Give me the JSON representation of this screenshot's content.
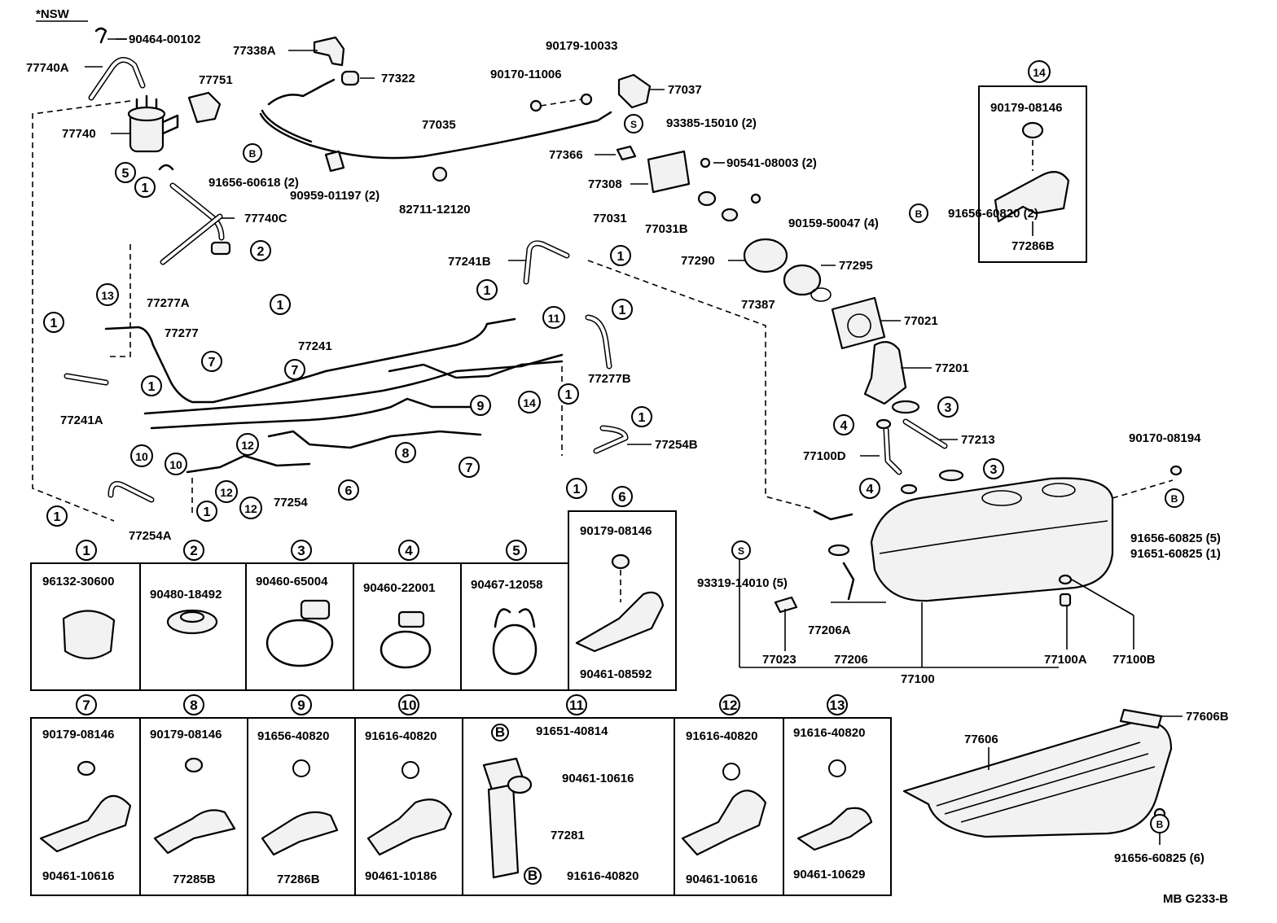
{
  "diagram": {
    "header": "*NSW",
    "footer": "MB G233-B",
    "circle_markers": [
      "1",
      "2",
      "3",
      "4",
      "5",
      "6",
      "7",
      "8",
      "9",
      "10",
      "11",
      "12",
      "13",
      "14",
      "B",
      "S"
    ],
    "labels": {
      "p90464_00102": "90464-00102",
      "p77740A": "77740A",
      "p77338A": "77338A",
      "p77322": "77322",
      "p77751": "77751",
      "p77740": "77740",
      "p90179_10033": "90179-10033",
      "p90170_11006": "90170-11006",
      "p77037": "77037",
      "p77035": "77035",
      "p93385_15010": "93385-15010 (2)",
      "p77366": "77366",
      "p77308": "77308",
      "p90541_08003": "90541-08003 (2)",
      "p91656_60618": "91656-60618 (2)",
      "p90959_01197": "90959-01197 (2)",
      "p82711_12120": "82711-12120",
      "p77740C": "77740C",
      "p77031": "77031",
      "p77031B": "77031B",
      "p90159_50047": "90159-50047 (4)",
      "p77241B": "77241B",
      "p77290": "77290",
      "p77295": "77295",
      "p77277A": "77277A",
      "p77387": "77387",
      "p91656_60820": "91656-60820 (2)",
      "p77277": "77277",
      "p77241": "77241",
      "p77021": "77021",
      "p77277B": "77277B",
      "p77201": "77201",
      "p77241A": "77241A",
      "p77213": "77213",
      "p77100D": "77100D",
      "p77254B": "77254B",
      "p90170_08194": "90170-08194",
      "p77254": "77254",
      "p77254A": "77254A",
      "p91656_60825_5": "91656-60825 (5)",
      "p91651_60825_1": "91651-60825 (1)",
      "p93319_14010": "93319-14010 (5)",
      "p77206A": "77206A",
      "p77023": "77023",
      "p77206": "77206",
      "p77100A": "77100A",
      "p77100B": "77100B",
      "p77100": "77100",
      "p77286B_top": "77286B",
      "p90179_08146_top": "90179-08146",
      "p77606B": "77606B",
      "p77606": "77606",
      "p91656_60825_6": "91656-60825 (6)"
    },
    "box_row1": [
      {
        "num": "1",
        "part": "96132-30600"
      },
      {
        "num": "2",
        "part": "90480-18492"
      },
      {
        "num": "3",
        "part": "90460-65004"
      },
      {
        "num": "4",
        "part": "90460-22001"
      },
      {
        "num": "5",
        "part": "90467-12058"
      },
      {
        "num": "6",
        "part": "90179-08146",
        "part2": "90461-08592"
      }
    ],
    "box_row2": [
      {
        "num": "7",
        "part": "90179-08146",
        "part2": "90461-10616"
      },
      {
        "num": "8",
        "part": "90179-08146",
        "part2": "77285B"
      },
      {
        "num": "9",
        "part": "91656-40820",
        "part2": "77286B"
      },
      {
        "num": "10",
        "part": "91616-40820",
        "part2": "90461-10186"
      },
      {
        "num": "11",
        "part": "91651-40814",
        "part2": "90461-10616",
        "part3": "77281",
        "part4": "91616-40820"
      },
      {
        "num": "12",
        "part": "91616-40820",
        "part2": "90461-10616"
      },
      {
        "num": "13",
        "part": "91616-40820",
        "part2": "90461-10629"
      }
    ]
  }
}
